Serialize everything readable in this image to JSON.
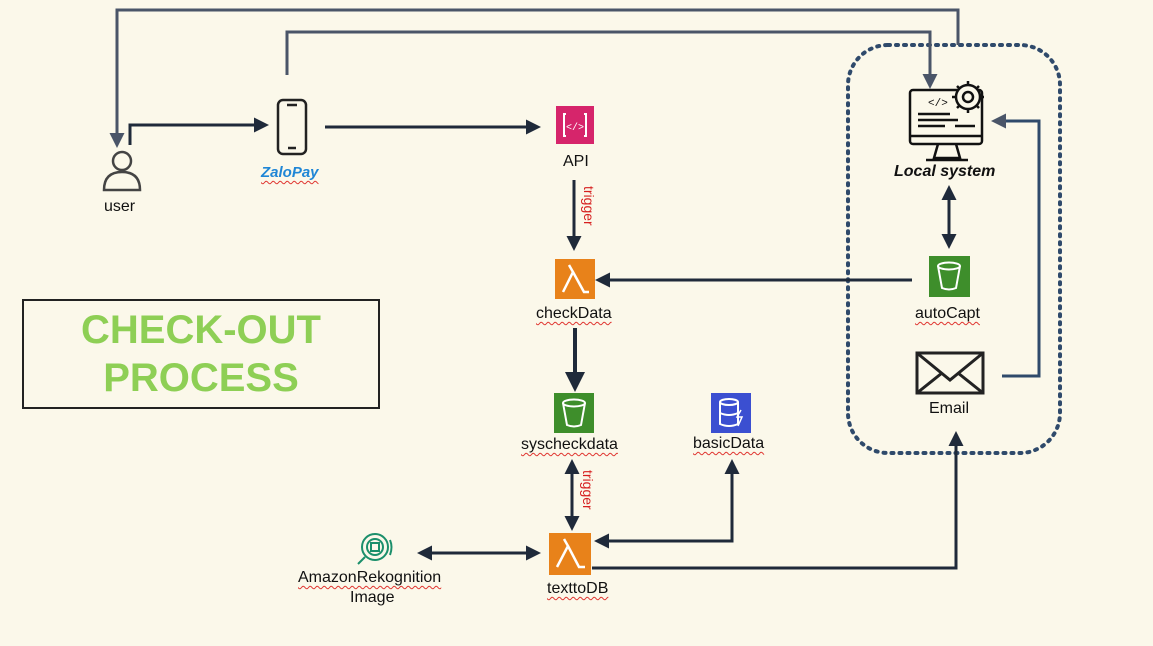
{
  "title": {
    "line1": "CHECK-OUT",
    "line2": "PROCESS"
  },
  "nodes": {
    "user": "user",
    "zalopay": "ZaloPay",
    "api": "API",
    "checkdata": "checkData",
    "syscheckdata": "syscheckdata",
    "basicdata": "basicData",
    "texttodb": "texttoDB",
    "rekognition_line1": "AmazonRekognition",
    "rekognition_line2": "Image",
    "local_system": "Local system",
    "autocapt": "autoCapt",
    "email": "Email"
  },
  "edges": {
    "trigger_api_checkdata": "trigger",
    "trigger_sys_texttodb": "trigger"
  },
  "colors": {
    "background": "#fbf8ea",
    "title_text": "#8ecf55",
    "lambda": "#e8821a",
    "s3": "#3e8e2b",
    "api_gateway": "#d6256b",
    "dynamodb": "#3b4fd1",
    "rekognition": "#1b8f6b",
    "connector": "#4a5568",
    "arrow": "#1f2a3a",
    "group_border": "#2f4a6b",
    "trigger_text": "#d61f1f"
  },
  "icons": {
    "user": "user-icon",
    "zalopay": "mobile-phone-icon",
    "api": "api-gateway-icon",
    "checkdata": "lambda-icon",
    "syscheckdata": "s3-bucket-icon",
    "basicdata": "dynamodb-icon",
    "texttodb": "lambda-icon",
    "rekognition": "rekognition-icon",
    "local_system": "computer-gear-icon",
    "autocapt": "s3-bucket-icon",
    "email": "envelope-icon"
  }
}
